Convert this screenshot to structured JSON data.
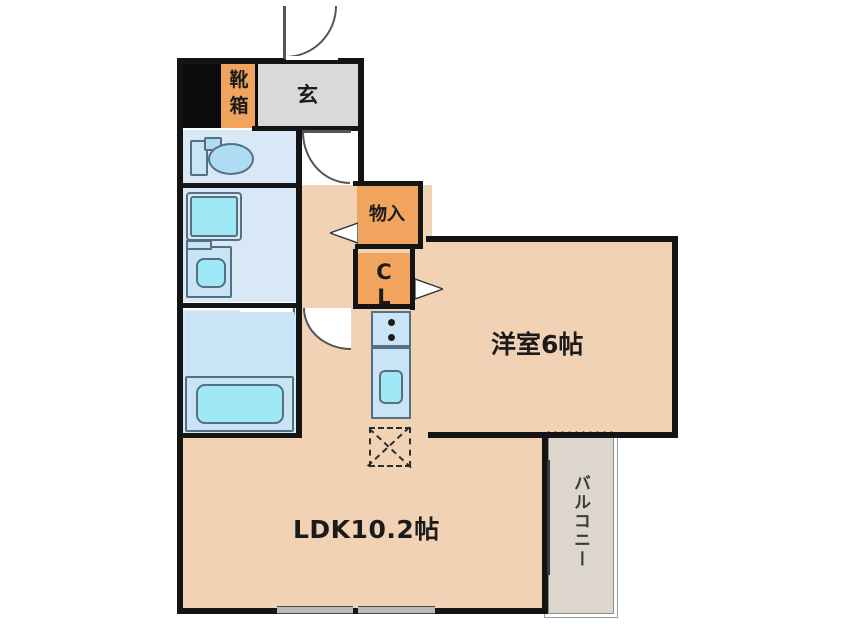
{
  "plan": {
    "type": "japanese-floor-plan",
    "rooms": [
      {
        "key": "ldk",
        "label": "LDK10.2帖",
        "kind": "living-dining-kitchen"
      },
      {
        "key": "washitsu",
        "label": "洋室6帖",
        "kind": "western-room"
      },
      {
        "key": "genkan",
        "label": "玄",
        "kind": "entrance"
      },
      {
        "key": "shoebox",
        "label": "靴箱",
        "kind": "shoe-cabinet"
      },
      {
        "key": "storage",
        "label": "物入",
        "kind": "storage-closet"
      },
      {
        "key": "closet",
        "label": "CL",
        "kind": "closet"
      },
      {
        "key": "balcony",
        "label": "バルコニー",
        "kind": "balcony"
      }
    ],
    "colors": {
      "living": "#f2d2b5",
      "closet": "#f0a45e",
      "water": "#d9e8f7",
      "genkan": "#d9d9d9",
      "balcony": "#dcd6cd",
      "wall": "#141414",
      "fixture_stroke": "#55707f",
      "fixture_fill": "#aedcf2",
      "background": "#ffffff"
    },
    "fixtures": [
      {
        "name": "toilet",
        "room": "toilet-room"
      },
      {
        "name": "toilet-tank",
        "room": "toilet-room"
      },
      {
        "name": "washing-machine-pan",
        "room": "washroom"
      },
      {
        "name": "wash-basin",
        "room": "washroom"
      },
      {
        "name": "bathtub",
        "room": "bathroom"
      },
      {
        "name": "kitchen-sink",
        "room": "ldk"
      },
      {
        "name": "gas-stove",
        "room": "ldk"
      },
      {
        "name": "washer-space",
        "room": "ldk"
      }
    ]
  },
  "labels": {
    "ldk": "LDK10.2帖",
    "room": "洋室6帖",
    "genkan": "玄",
    "shoebox_line1": "靴",
    "shoebox_line2": "箱",
    "storage": "物入",
    "closet_line1": "C",
    "closet_line2": "L",
    "balcony": "バルコニー"
  }
}
